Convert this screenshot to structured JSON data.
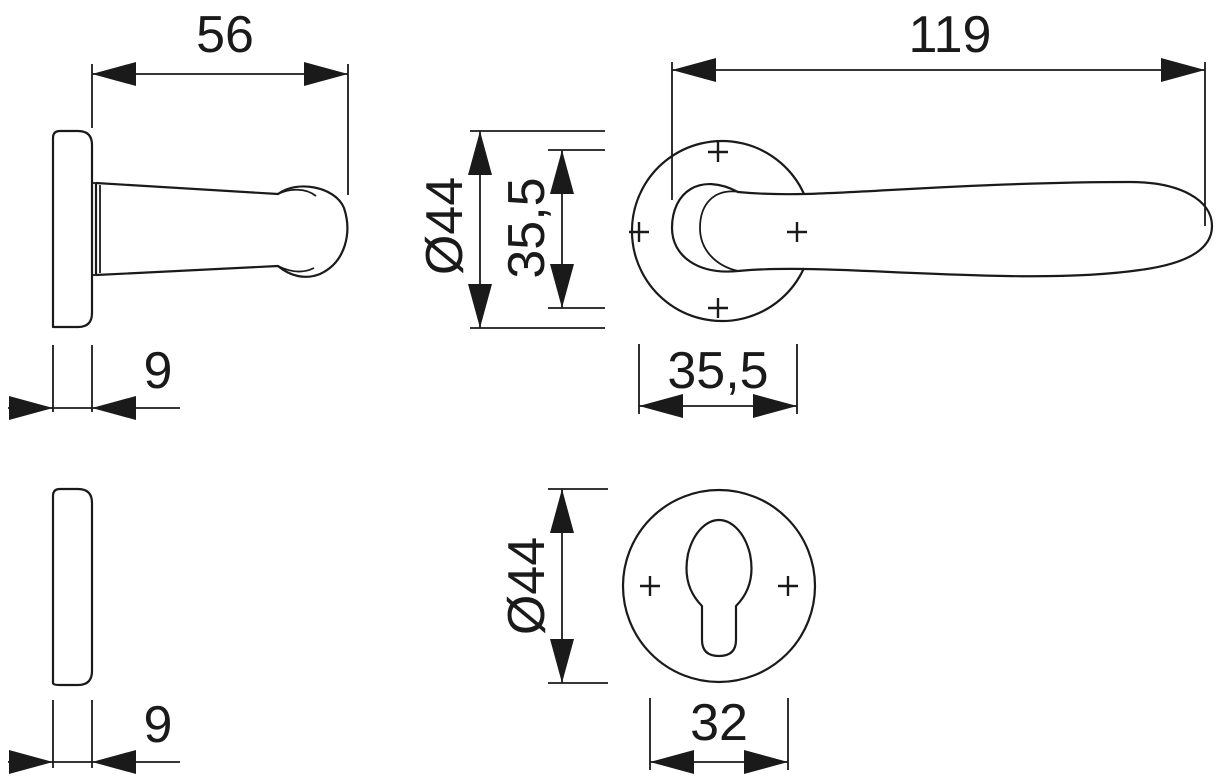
{
  "dimensions": {
    "lever_length_side": "56",
    "lever_length_front": "119",
    "rose_thickness_top": "9",
    "rose_thickness_bottom": "9",
    "rose_diameter_outer": "Ø44",
    "rose_hole_spacing_vertical": "35,5",
    "rose_hole_spacing_horizontal": "35,5",
    "escutcheon_diameter": "Ø44",
    "escutcheon_hole_spacing": "32"
  },
  "colors": {
    "line": "#1a1a1a",
    "background": "#ffffff"
  },
  "icons": {
    "screw_marker": "plus-mark"
  }
}
